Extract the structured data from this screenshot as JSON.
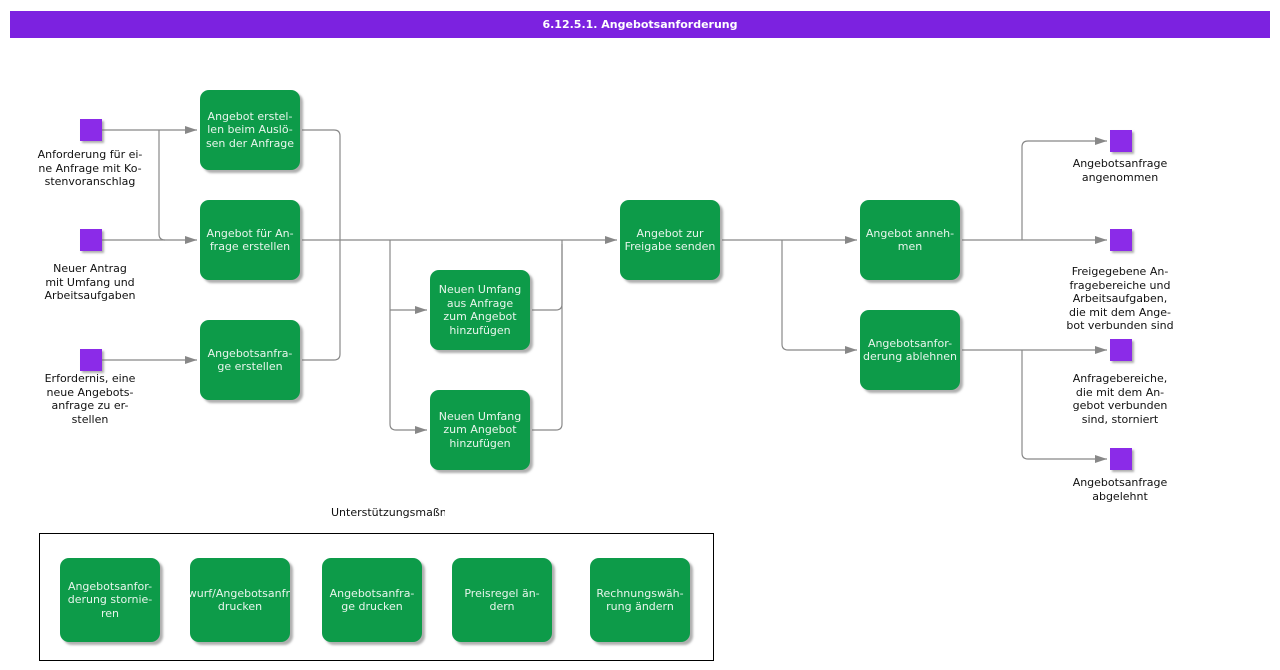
{
  "title": "6.12.5.1. Angebotsanforderung",
  "colors": {
    "banner_purple": "#7C22E0",
    "event_purple": "#8B2BE8",
    "task_green": "#0D9B49",
    "task_text": "#E8F5EC",
    "connector_gray": "#888888",
    "label_text": "#111111"
  },
  "events": {
    "m1": {
      "label": "Anforderung für ei-\nne Anfrage mit Ko-\nstenvoranschlag"
    },
    "m2": {
      "label": "Neuer Antrag\nmit Umfang und\nArbeitsaufgaben"
    },
    "m3": {
      "label": "Erfordernis, eine\nneue Angebots-\nanfrage zu er-\nstellen"
    },
    "e1": {
      "label": "Angebotsanfrage\nangenommen"
    },
    "e2": {
      "label": "Freigegebene An-\nfragebereiche und\nArbeitsaufgaben,\ndie mit dem Ange-\nbot verbunden sind"
    },
    "e3": {
      "label": "Anfragebereiche,\ndie mit dem An-\ngebot verbunden\nsind, storniert"
    },
    "e4": {
      "label": "Angebotsanfrage\nabgelehnt"
    }
  },
  "tasks": {
    "b1": {
      "label": "Angebot erstel-\nlen beim Auslö-\nsen der Anfrage"
    },
    "b2": {
      "label": "Angebot für An-\nfrage erstellen"
    },
    "b3": {
      "label": "Angebotsanfra-\nge erstellen"
    },
    "b4": {
      "label": "Neuen Umfang\naus Anfrage\nzum Angebot\nhinzufügen"
    },
    "b5": {
      "label": "Neuen Umfang\nzum Angebot\nhinzufügen"
    },
    "b6": {
      "label": "Angebot zur\nFreigabe senden"
    },
    "b7": {
      "label": "Angebot anneh-\nmen"
    },
    "b8": {
      "label": "Angebotsanfor-\nderung ablehnen"
    }
  },
  "support": {
    "title": "Unterstützungsmaßnahmen",
    "c1": {
      "label": "Angebotsanfor-\nderung stornie-\nren"
    },
    "c2": {
      "label": "Entwurf/Angebotsanfrage\ndrucken"
    },
    "c3": {
      "label": "Angebotsanfra-\nge drucken"
    },
    "c4": {
      "label": "Preisregel än-\ndern"
    },
    "c5": {
      "label": "Rechnungswäh-\nrung ändern"
    }
  }
}
